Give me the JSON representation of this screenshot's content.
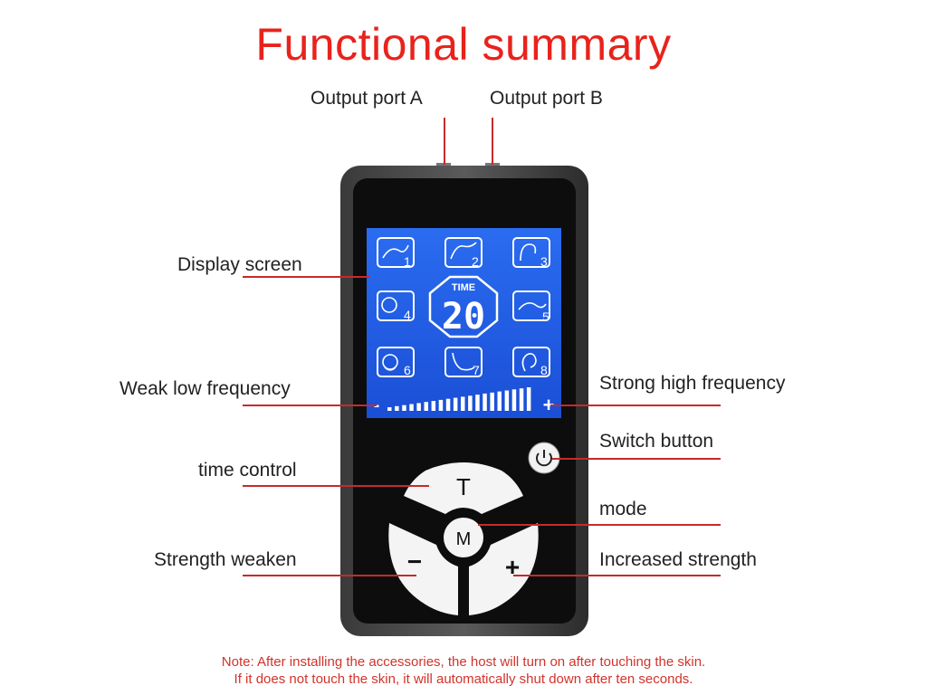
{
  "title": "Functional summary",
  "labels": {
    "output_a": "Output port A",
    "output_b": "Output port B",
    "display": "Display screen",
    "weak": "Weak low frequency",
    "strong": "Strong high frequency",
    "switch": "Switch button",
    "time": "time control",
    "mode": "mode",
    "weaken": "Strength weaken",
    "increase": "Increased strength"
  },
  "screen": {
    "time_label": "TIME",
    "time_value": "20",
    "program_numbers": [
      "1",
      "2",
      "3",
      "4",
      "5",
      "6",
      "7",
      "8"
    ],
    "minus": "-",
    "plus": "+"
  },
  "buttons": {
    "t": "T",
    "m": "M",
    "minus": "−",
    "plus": "+"
  },
  "note": {
    "line1": "Note: After installing the accessories, the host will turn on after touching the skin.",
    "line2": "If it does not touch the skin, it will automatically shut down after ten seconds."
  },
  "colors": {
    "title": "#e8231c",
    "leader": "#c62a2a",
    "screen": "#1f5fe8",
    "device_body": "#111111"
  }
}
